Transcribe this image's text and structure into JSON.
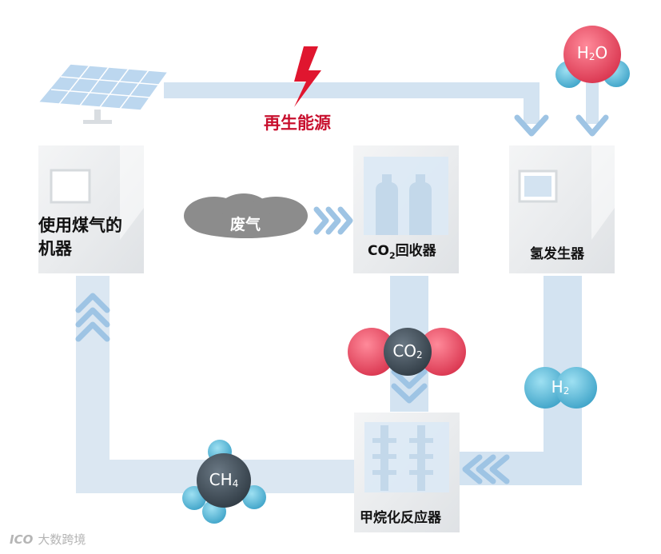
{
  "title": {
    "renewable_energy": "再生能源"
  },
  "nodes": {
    "coal_gas_machine": {
      "line1": "使用煤气的",
      "line2": "机器"
    },
    "co2_collector": {
      "prefix": "CO",
      "sub": "2",
      "suffix": "回收器"
    },
    "hydrogen_generator": "氢发生器",
    "methanation_reactor": "甲烷化反应器"
  },
  "flows": {
    "exhaust_gas": "废气"
  },
  "molecules": {
    "water": {
      "symbol": "H",
      "sub": "2",
      "tail": "O"
    },
    "co2": {
      "symbol": "CO",
      "sub": "2"
    },
    "hydrogen": {
      "symbol": "H",
      "sub": "2"
    },
    "methane": {
      "symbol": "CH",
      "sub": "4"
    }
  },
  "watermark": {
    "logo": "ICO",
    "text": "大数跨境"
  },
  "colors": {
    "pipe": "#d3e3f1",
    "arrow": "#9ec4e4",
    "red_atom": "#e24b62",
    "blue_atom": "#5fb8d8",
    "dark_atom": "#3d4a55",
    "energy": "#c8102e",
    "cloud": "#8c8c8c"
  },
  "icons": [
    "solar-panel-icon",
    "lightning-bolt-icon"
  ]
}
